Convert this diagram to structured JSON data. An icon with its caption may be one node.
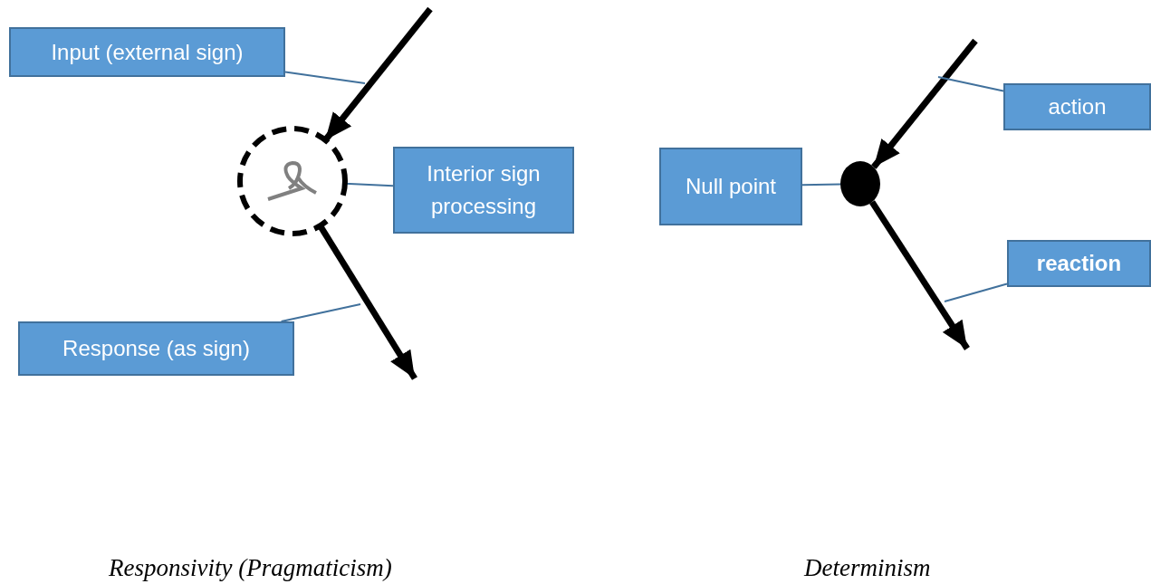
{
  "diagram": {
    "nodes": [
      {
        "text": [
          "Input (external sign)"
        ]
      },
      {
        "text": [],
        "shape": "circle"
      },
      {
        "text": [
          "Interior sign processing"
        ]
      },
      {
        "text": [
          "Response (as sign)"
        ]
      },
      {
        "text": [
          "Null point"
        ]
      },
      {
        "text": [],
        "shape": "circle"
      },
      {
        "text": [
          "action"
        ]
      },
      {
        "text": [
          "reaction"
        ]
      }
    ],
    "edges": [
      {
        "from": null,
        "to": 1,
        "arrow": "to",
        "style": "thick",
        "color": "#000000"
      },
      {
        "from": 1,
        "to": null,
        "arrow": "to",
        "style": "thick",
        "color": "#000000"
      },
      {
        "from": null,
        "to": 5,
        "arrow": "to",
        "style": "thick",
        "color": "#000000"
      },
      {
        "from": 5,
        "to": null,
        "arrow": "to",
        "style": "thick",
        "color": "#000000"
      },
      {
        "from": 0,
        "to": null,
        "arrow": "none"
      },
      {
        "from": 2,
        "to": 1,
        "arrow": "none"
      },
      {
        "from": 3,
        "to": null,
        "arrow": "none"
      },
      {
        "from": 4,
        "to": 5,
        "arrow": "none"
      },
      {
        "from": 6,
        "to": null,
        "arrow": "none"
      },
      {
        "from": 7,
        "to": null,
        "arrow": "none"
      }
    ],
    "labels": [
      "Responsivity (Pragmaticism)",
      "Determinism"
    ]
  }
}
